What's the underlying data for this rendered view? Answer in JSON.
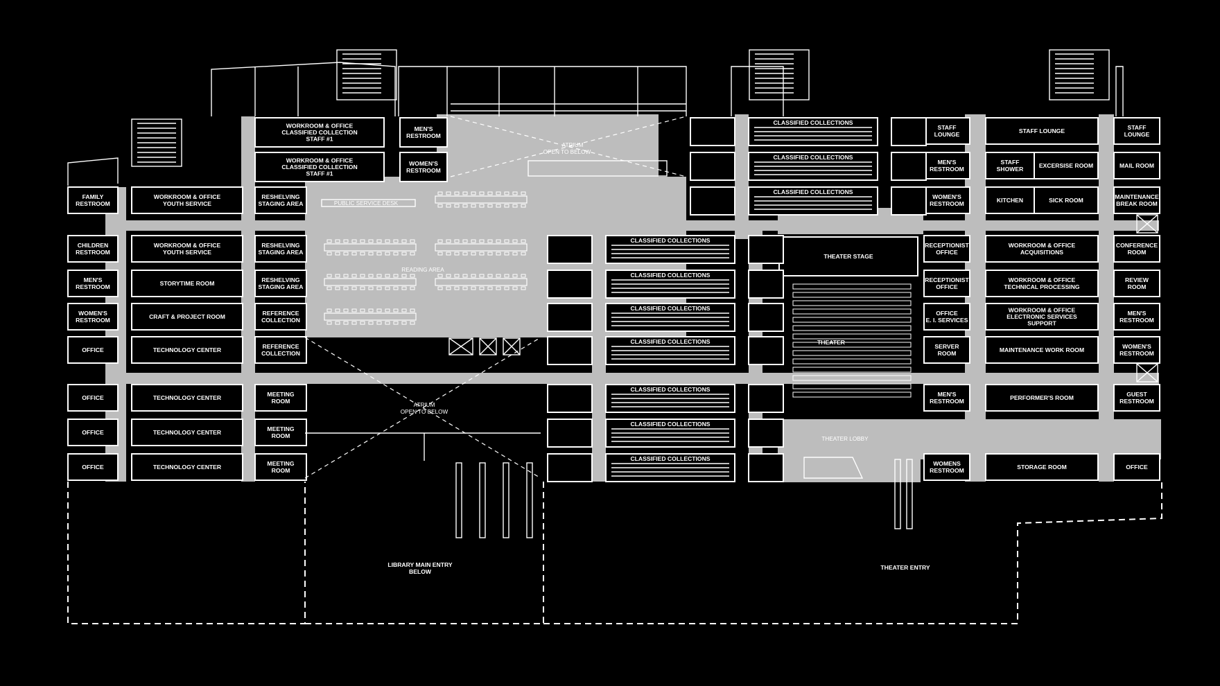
{
  "diagram": {
    "rooms": [
      {
        "id": "workroom-staff-1a",
        "text": [
          "WORKROOM & OFFICE",
          "CLASSIFIED COLLECTION",
          "STAFF #1"
        ]
      },
      {
        "id": "workroom-staff-1b",
        "text": [
          "WORKROOM & OFFICE",
          "CLASSIFIED COLLECTION",
          "STAFF #1"
        ]
      },
      {
        "id": "mens-restroom-top",
        "text": [
          "MEN'S",
          "RESTROOM"
        ]
      },
      {
        "id": "womens-restroom-top",
        "text": [
          "WOMEN'S",
          "RESTROOM"
        ]
      },
      {
        "id": "family-restroom",
        "text": [
          "FAMILY",
          "RESTROOM"
        ]
      },
      {
        "id": "workroom-youth-1",
        "text": [
          "WORKROOM & OFFICE",
          "YOUTH SERVICE"
        ]
      },
      {
        "id": "reshelving-1",
        "text": [
          "RESHELVING",
          "STAGING AREA"
        ]
      },
      {
        "id": "children-restroom",
        "text": [
          "CHILDREN",
          "RESTROOM"
        ]
      },
      {
        "id": "workroom-youth-2",
        "text": [
          "WORKROOM & OFFICE",
          "YOUTH SERVICE"
        ]
      },
      {
        "id": "reshelving-2",
        "text": [
          "RESHELVING",
          "STAGING AREA"
        ]
      },
      {
        "id": "mens-restroom-left",
        "text": [
          "MEN'S",
          "RESTROOM"
        ]
      },
      {
        "id": "storytime-room",
        "text": [
          "STORYTIME ROOM"
        ]
      },
      {
        "id": "reshelving-3",
        "text": [
          "RESHELVING",
          "STAGING AREA"
        ]
      },
      {
        "id": "womens-restroom-left",
        "text": [
          "WOMEN'S",
          "RESTROOM"
        ]
      },
      {
        "id": "craft-project-room",
        "text": [
          "CRAFT & PROJECT ROOM"
        ]
      },
      {
        "id": "reference-collection-1",
        "text": [
          "REFERENCE",
          "COLLECTION"
        ]
      },
      {
        "id": "office-left-1",
        "text": [
          "OFFICE"
        ]
      },
      {
        "id": "technology-center-1",
        "text": [
          "TECHNOLOGY CENTER"
        ]
      },
      {
        "id": "reference-collection-2",
        "text": [
          "REFERENCE",
          "COLLECTION"
        ]
      },
      {
        "id": "office-left-2",
        "text": [
          "OFFICE"
        ]
      },
      {
        "id": "technology-center-2",
        "text": [
          "TECHNOLOGY CENTER"
        ]
      },
      {
        "id": "meeting-room-1",
        "text": [
          "MEETING",
          "ROOM"
        ]
      },
      {
        "id": "office-left-3",
        "text": [
          "OFFICE"
        ]
      },
      {
        "id": "technology-center-3",
        "text": [
          "TECHNOLOGY CENTER"
        ]
      },
      {
        "id": "meeting-room-2",
        "text": [
          "MEETING",
          "ROOM"
        ]
      },
      {
        "id": "office-left-4",
        "text": [
          "OFFICE"
        ]
      },
      {
        "id": "technology-center-4",
        "text": [
          "TECHNOLOGY CENTER"
        ]
      },
      {
        "id": "meeting-room-3",
        "text": [
          "MEETING",
          "ROOM"
        ]
      },
      {
        "id": "staff-lounge-1",
        "text": [
          "STAFF",
          "LOUNGE"
        ]
      },
      {
        "id": "staff-lounge-main",
        "text": [
          "STAFF LOUNGE"
        ]
      },
      {
        "id": "staff-lounge-2",
        "text": [
          "STAFF",
          "LOUNGE"
        ]
      },
      {
        "id": "mens-restroom-staff",
        "text": [
          "MEN'S",
          "RESTROOM"
        ]
      },
      {
        "id": "staff-shower",
        "text": [
          "STAFF",
          "SHOWER"
        ]
      },
      {
        "id": "exercise-room",
        "text": [
          "EXCERSISE ROOM"
        ]
      },
      {
        "id": "mail-room",
        "text": [
          "MAIL ROOM"
        ]
      },
      {
        "id": "womens-restroom-staff",
        "text": [
          "WOMEN'S",
          "RESTROOM"
        ]
      },
      {
        "id": "kitchen",
        "text": [
          "KITCHEN"
        ]
      },
      {
        "id": "sick-room",
        "text": [
          "SICK ROOM"
        ]
      },
      {
        "id": "maintenance-break-room",
        "text": [
          "MAINTENANCE",
          "BREAK ROOM"
        ]
      },
      {
        "id": "receptionist-office-1",
        "text": [
          "RECEPTIONIST",
          "OFFICE"
        ]
      },
      {
        "id": "workroom-acquisitions",
        "text": [
          "WORKROOM & OFFICE",
          "ACQUISITIONS"
        ]
      },
      {
        "id": "conference-room",
        "text": [
          "CONFERENCE",
          "ROOM"
        ]
      },
      {
        "id": "receptionist-office-2",
        "text": [
          "RECEPTIONIST",
          "OFFICE"
        ]
      },
      {
        "id": "workroom-technical",
        "text": [
          "WORKROOM & OFFICE",
          "TECHNICAL PROCESSING"
        ]
      },
      {
        "id": "review-room",
        "text": [
          "REVIEW",
          "ROOM"
        ]
      },
      {
        "id": "office-ei-services",
        "text": [
          "OFFICE",
          "E. I. SERVICES"
        ]
      },
      {
        "id": "workroom-electronic",
        "text": [
          "WORKROOM & OFFICE",
          "ELECTRONIC SERVICES",
          "SUPPORT"
        ]
      },
      {
        "id": "mens-restroom-right",
        "text": [
          "MEN'S",
          "RESTROOM"
        ]
      },
      {
        "id": "server-room",
        "text": [
          "SERVER",
          "ROOM"
        ]
      },
      {
        "id": "maintenance-work-room",
        "text": [
          "MAINTENANCE WORK ROOM"
        ]
      },
      {
        "id": "womens-restroom-right",
        "text": [
          "WOMEN'S",
          "RESTROOM"
        ]
      },
      {
        "id": "mens-restroom-theater",
        "text": [
          "MEN'S",
          "RESTROOM"
        ]
      },
      {
        "id": "performers-room",
        "text": [
          "PERFORMER'S ROOM"
        ]
      },
      {
        "id": "guest-restroom",
        "text": [
          "GUEST",
          "RESTROOM"
        ]
      },
      {
        "id": "womens-restroom-theater",
        "text": [
          "WOMENS",
          "RESTROOM"
        ]
      },
      {
        "id": "storage-room",
        "text": [
          "STORAGE ROOM"
        ]
      },
      {
        "id": "office-right",
        "text": [
          "OFFICE"
        ]
      },
      {
        "id": "theater-stage",
        "text": [
          "THEATER STAGE"
        ]
      }
    ],
    "collections": {
      "label": "CLASSIFIED COLLECTIONS"
    },
    "labels": {
      "atrium_top": [
        "ATRIUM",
        "OPEN TO BELOW"
      ],
      "atrium_bottom": [
        "ATRIUM",
        "OPEN TO BELOW"
      ],
      "public_service_desk": "PUBLIC SERVICE DESK",
      "reading_area": "READING AREA",
      "theater": "THEATER",
      "theater_lobby": "THEATER LOBBY",
      "library_main_entry": [
        "LIBRARY MAIN ENTRY",
        "BELOW"
      ],
      "theater_entry": "THEATER ENTRY"
    },
    "colors": {
      "background": "#000000",
      "linework": "#ffffff",
      "circulation": "#bdbdbd"
    }
  }
}
